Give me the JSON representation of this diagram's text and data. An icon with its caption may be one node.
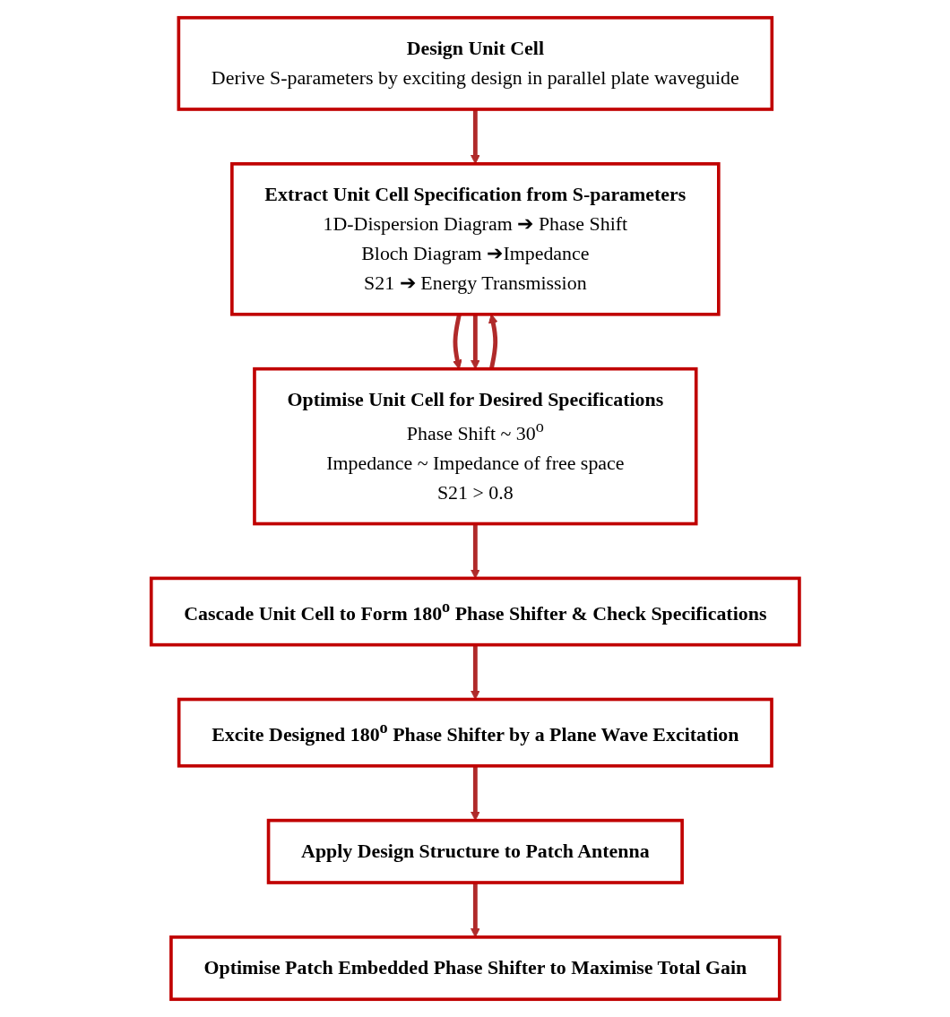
{
  "diagram": {
    "nodes": [
      {
        "text": [
          "Design Unit Cell",
          "Derive S-parameters by exciting design in parallel plate waveguide"
        ]
      },
      {
        "text": [
          "Extract Unit Cell Specification from S-parameters",
          "1D-Dispersion Diagram ➔ Phase Shift",
          "Bloch Diagram ➔Impedance",
          "S21 ➔ Energy Transmission"
        ]
      },
      {
        "text": [
          "Optimise Unit Cell for Desired Specifications",
          "Phase Shift ~ 30$^{o}$",
          "Impedance ~ Impedance of free space",
          "S21 > 0.8"
        ]
      },
      {
        "text": [
          "Cascade Unit Cell to Form 180$^{o}$ Phase Shifter & Check Specifications"
        ]
      },
      {
        "text": [
          "Excite Designed 180$^{o}$ Phase Shifter by a Plane Wave Excitation"
        ]
      },
      {
        "text": [
          "Apply Design Structure to Patch Antenna"
        ]
      },
      {
        "text": [
          "Optimise Patch Embedded Phase Shifter to Maximise Total Gain"
        ]
      }
    ],
    "edges": [
      {
        "from": 0,
        "to": 1,
        "arrow": "to"
      },
      {
        "from": 1,
        "to": 2,
        "arrow": "to"
      },
      {
        "from": 2,
        "to": 1,
        "arrow": "to"
      },
      {
        "from": 1,
        "to": 2,
        "arrow": "to"
      },
      {
        "from": 2,
        "to": 3,
        "arrow": "to"
      },
      {
        "from": 3,
        "to": 4,
        "arrow": "to"
      },
      {
        "from": 4,
        "to": 5,
        "arrow": "to"
      },
      {
        "from": 5,
        "to": 6,
        "arrow": "to"
      }
    ]
  }
}
